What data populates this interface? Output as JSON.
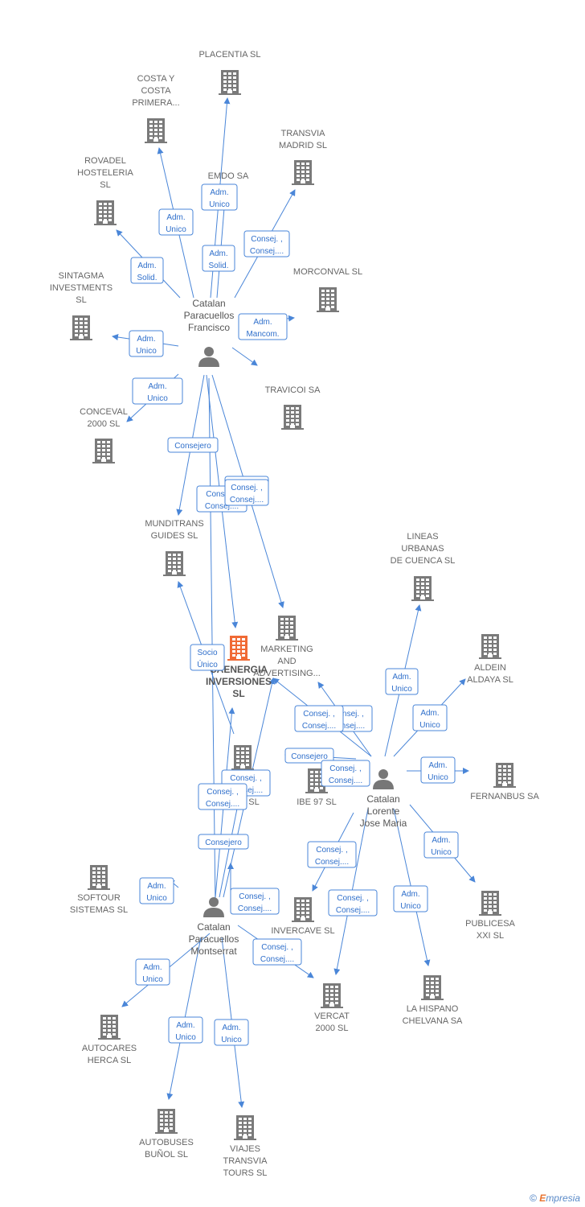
{
  "colors": {
    "edge": "#4a86d8",
    "building": "#7a7a7a",
    "main_building": "#f06a35",
    "person": "#777777"
  },
  "companies": [
    {
      "id": "placentia",
      "lines": [
        "PLACENTIA  SL"
      ],
      "icon": "building-icon"
    },
    {
      "id": "costa",
      "lines": [
        "COSTA Y",
        "COSTA",
        "PRIMERA..."
      ],
      "icon": "building-icon"
    },
    {
      "id": "transvia",
      "lines": [
        "TRANSVIA",
        "MADRID  SL"
      ],
      "icon": "building-icon"
    },
    {
      "id": "rovadel",
      "lines": [
        "ROVADEL",
        "HOSTELERIA",
        "SL"
      ],
      "icon": "building-icon"
    },
    {
      "id": "emdo",
      "lines": [
        "EMDO SA"
      ],
      "icon": "building-icon"
    },
    {
      "id": "morconval",
      "lines": [
        "MORCONVAL SL"
      ],
      "icon": "building-icon"
    },
    {
      "id": "sintagma",
      "lines": [
        "SINTAGMA",
        "INVESTMENTS",
        "SL"
      ],
      "icon": "building-icon"
    },
    {
      "id": "travicoi",
      "lines": [
        "TRAVICOI SA"
      ],
      "icon": "building-icon"
    },
    {
      "id": "conceval",
      "lines": [
        "CONCEVAL",
        "2000 SL"
      ],
      "icon": "building-icon"
    },
    {
      "id": "munditrans",
      "lines": [
        "MUNDITRANS",
        "GUIDES  SL"
      ],
      "icon": "building-icon"
    },
    {
      "id": "lineas",
      "lines": [
        "LINEAS",
        "URBANAS",
        "DE CUENCA SL"
      ],
      "icon": "building-icon"
    },
    {
      "id": "marketing",
      "lines": [
        "MARKETING",
        "AND",
        "ADVERTISING..."
      ],
      "icon": "building-icon"
    },
    {
      "id": "caenergia",
      "lines": [
        "CAENERGIA",
        "INVERSIONES",
        "SL"
      ],
      "icon": "building-icon",
      "main": true
    },
    {
      "id": "aldein",
      "lines": [
        "ALDEIN",
        "ALDAYA SL"
      ],
      "icon": "building-icon"
    },
    {
      "id": "sl_node",
      "lines": [
        "SL"
      ],
      "icon": "building-icon"
    },
    {
      "id": "ibe97",
      "lines": [
        "IBE 97 SL"
      ],
      "icon": "building-icon"
    },
    {
      "id": "fernanbus",
      "lines": [
        "FERNANBUS SA"
      ],
      "icon": "building-icon"
    },
    {
      "id": "softour",
      "lines": [
        "SOFTOUR",
        "SISTEMAS SL"
      ],
      "icon": "building-icon"
    },
    {
      "id": "invercave",
      "lines": [
        "INVERCAVE SL"
      ],
      "icon": "building-icon"
    },
    {
      "id": "publicesa",
      "lines": [
        "PUBLICESA",
        "XXI SL"
      ],
      "icon": "building-icon"
    },
    {
      "id": "vercat",
      "lines": [
        "VERCAT",
        "2000 SL"
      ],
      "icon": "building-icon"
    },
    {
      "id": "lahispano",
      "lines": [
        "LA HISPANO",
        "CHELVANA SA"
      ],
      "icon": "building-icon"
    },
    {
      "id": "autocares",
      "lines": [
        "AUTOCARES",
        "HERCA SL"
      ],
      "icon": "building-icon"
    },
    {
      "id": "autobuses",
      "lines": [
        "AUTOBUSES",
        "BUÑOL  SL"
      ],
      "icon": "building-icon"
    },
    {
      "id": "viajes",
      "lines": [
        "VIAJES",
        "TRANSVIA",
        "TOURS SL"
      ],
      "icon": "building-icon"
    }
  ],
  "persons": [
    {
      "id": "francisco",
      "lines": [
        "Catalan",
        "Paracuellos",
        "Francisco"
      ],
      "icon": "person-icon"
    },
    {
      "id": "josemaria",
      "lines": [
        "Catalan",
        "Lorente",
        "Jose Maria"
      ],
      "icon": "person-icon"
    },
    {
      "id": "montserrat",
      "lines": [
        "Catalan",
        "Paracuellos",
        "Montserrat"
      ],
      "icon": "person-icon"
    }
  ],
  "relations": [
    {
      "lines": [
        "Adm.",
        "Unico"
      ]
    },
    {
      "lines": [
        "Adm.",
        "Unico"
      ]
    },
    {
      "lines": [
        "Adm.",
        "Solid."
      ]
    },
    {
      "lines": [
        "Consej. ,",
        "Consej...."
      ]
    },
    {
      "lines": [
        "Adm.",
        "Solid."
      ]
    },
    {
      "lines": [
        "Adm.",
        "Mancom."
      ]
    },
    {
      "lines": [
        "Adm.",
        "Unico"
      ]
    },
    {
      "lines": [
        "Adm.",
        "Unico"
      ]
    },
    {
      "lines": [
        "Consejero"
      ]
    },
    {
      "lines": [
        "Consej. ,",
        "Consej...."
      ]
    },
    {
      "lines": [
        "Consej. ,",
        "Consej...."
      ]
    },
    {
      "lines": [
        "Consej. ,",
        "Consej...."
      ]
    },
    {
      "lines": [
        "Socio",
        "Único"
      ]
    },
    {
      "lines": [
        "Adm.",
        "Unico"
      ]
    },
    {
      "lines": [
        "Adm.",
        "Unico"
      ]
    },
    {
      "lines": [
        "Consej. ,",
        "Consej...."
      ]
    },
    {
      "lines": [
        "Consej. ,",
        "Consej...."
      ]
    },
    {
      "lines": [
        "Consejero"
      ]
    },
    {
      "lines": [
        "Consej. ,",
        "Consej...."
      ]
    },
    {
      "lines": [
        "Adm.",
        "Unico"
      ]
    },
    {
      "lines": [
        "Consej. ,",
        "Consej...."
      ]
    },
    {
      "lines": [
        "Consej. ,",
        "Consej...."
      ]
    },
    {
      "lines": [
        "Consejero"
      ]
    },
    {
      "lines": [
        "Adm.",
        "Unico"
      ]
    },
    {
      "lines": [
        "Consej. ,",
        "Consej...."
      ]
    },
    {
      "lines": [
        "Adm.",
        "Unico"
      ]
    },
    {
      "lines": [
        "Consej. ,",
        "Consej...."
      ]
    },
    {
      "lines": [
        "Consej. ,",
        "Consej...."
      ]
    },
    {
      "lines": [
        "Adm.",
        "Unico"
      ]
    },
    {
      "lines": [
        "Adm.",
        "Unico"
      ]
    },
    {
      "lines": [
        "Adm.",
        "Unico"
      ]
    },
    {
      "lines": [
        "Adm.",
        "Unico"
      ]
    },
    {
      "lines": [
        "Consej. ,",
        "Consej...."
      ]
    }
  ],
  "brand": {
    "symbol": "©",
    "e": "E",
    "rest": "mpresia"
  }
}
